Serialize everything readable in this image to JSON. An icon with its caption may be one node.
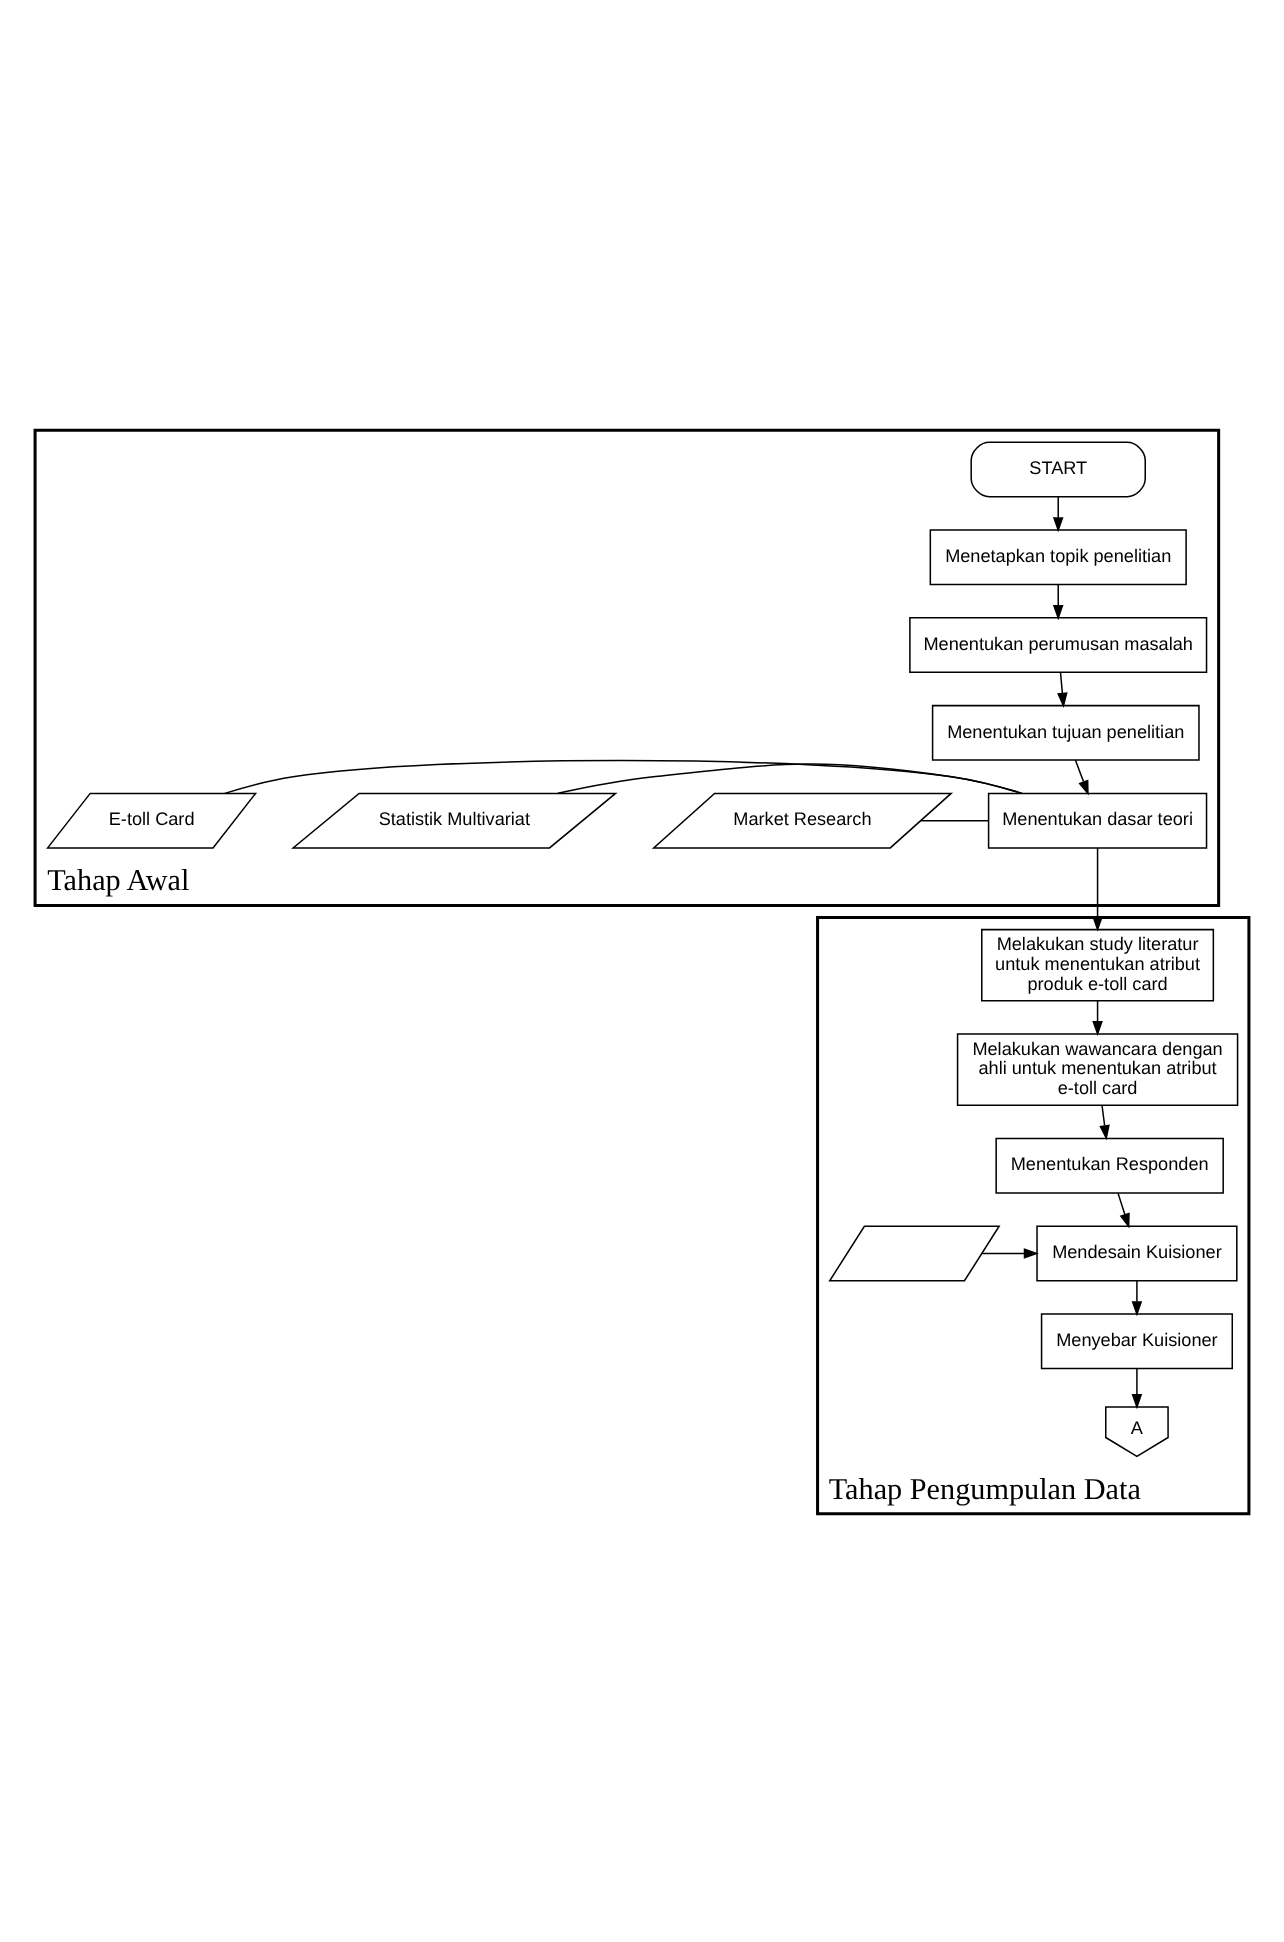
{
  "diagram": {
    "nodes": [
      {
        "text": [
          "Tahap Awal"
        ]
      },
      {
        "text": [
          "START"
        ],
        "in": 0
      },
      {
        "text": [
          "Menetapkan topik penelitian"
        ],
        "in": 0
      },
      {
        "text": [
          "Menentukan perumusan masalah"
        ],
        "in": 0
      },
      {
        "text": [
          "Menentukan tujuan penelitian"
        ],
        "in": 0
      },
      {
        "text": [
          "Market Research"
        ],
        "in": 0
      },
      {
        "text": [
          "Statistik Multivariat"
        ],
        "in": 0
      },
      {
        "text": [
          "Menentukan dasar teori"
        ],
        "in": 0
      },
      {
        "text": [
          "E-toll Card"
        ],
        "in": 0
      },
      {
        "text": [
          "Tahap Pengumpulan Data"
        ]
      },
      {
        "text": [
          "Melakukan study literatur untuk menentukan atribut produk e-toll card"
        ],
        "in": 9
      },
      {
        "text": [
          "Melakukan wawancara dengan ahli untuk menentukan atribut e-toll card"
        ],
        "in": 9
      },
      {
        "text": [
          "Menentukan Responden"
        ],
        "in": 9
      },
      {
        "text": [],
        "shape": "parallelogram",
        "in": 9
      },
      {
        "text": [
          "Mendesain Kuisioner"
        ],
        "in": 9
      },
      {
        "text": [
          "Menyebar Kuisioner"
        ],
        "in": 9
      },
      {
        "text": [
          "A"
        ],
        "in": 9
      }
    ],
    "edges": [
      {
        "from": 1,
        "to": 2,
        "arrow": "to"
      },
      {
        "from": 2,
        "to": 3,
        "arrow": "to"
      },
      {
        "from": 3,
        "to": 4,
        "arrow": "to"
      },
      {
        "from": 4,
        "to": 7,
        "arrow": "to"
      },
      {
        "from": 5,
        "to": 7,
        "arrow": "none"
      },
      {
        "from": 6,
        "to": 7,
        "arrow": "none"
      },
      {
        "from": 8,
        "to": 7,
        "arrow": "none"
      },
      {
        "from": 7,
        "to": 10,
        "arrow": "to"
      },
      {
        "from": 10,
        "to": 11,
        "arrow": "to"
      },
      {
        "from": 11,
        "to": 12,
        "arrow": "to"
      },
      {
        "from": 12,
        "to": 14,
        "arrow": "to"
      },
      {
        "from": 13,
        "to": 14,
        "arrow": "to"
      },
      {
        "from": 14,
        "to": 15,
        "arrow": "to"
      },
      {
        "from": 15,
        "to": 16,
        "arrow": "to"
      }
    ]
  }
}
